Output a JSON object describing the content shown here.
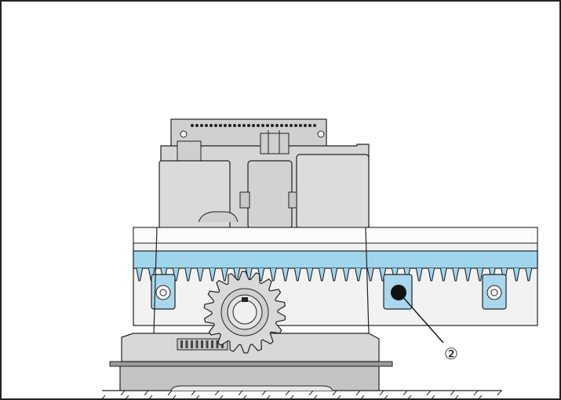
{
  "callouts": [
    {
      "label": "②"
    }
  ],
  "colors": {
    "housing": "#d9d9d9",
    "housing_dark": "#b9b9b9",
    "rail": "#f4f4f4",
    "rack_blue": "#9fd6ee",
    "clip_blue": "#a9d8ee",
    "outline": "#1a1a1a",
    "base": "#bdbdbd"
  },
  "icons": [
    "gear-motor-drive",
    "toothed-rack",
    "rack-fixing-clip",
    "terminal-block",
    "ground-hatching"
  ]
}
